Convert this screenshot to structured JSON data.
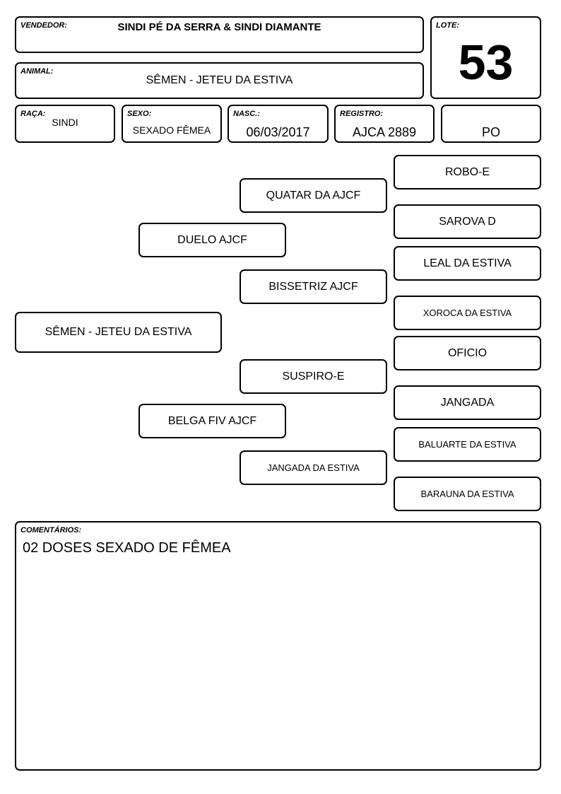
{
  "header": {
    "vendedor_label": "VENDEDOR:",
    "vendedor": "SINDI PÉ DA SERRA & SINDI DIAMANTE",
    "lote_label": "LOTE:",
    "lote": "53",
    "animal_label": "ANIMAL:",
    "animal": "SÊMEN - JETEU DA ESTIVA"
  },
  "info": {
    "raca_label": "RAÇA:",
    "raca": "SINDI",
    "sexo_label": "SEXO:",
    "sexo": "SEXADO FÊMEA",
    "nasc_label": "NASC.:",
    "nasc": "06/03/2017",
    "registro_label": "REGISTRO:",
    "registro": "AJCA 2889",
    "categoria": "PO"
  },
  "pedigree": {
    "animal": "SÊMEN - JETEU DA ESTIVA",
    "sire": "DUELO AJCF",
    "dam": "BELGA FIV AJCF",
    "sire_sire": "QUATAR DA AJCF",
    "sire_dam": "BISSETRIZ AJCF",
    "dam_sire": "SUSPIRO-E",
    "dam_dam": "JANGADA DA ESTIVA",
    "g3": [
      "ROBO-E",
      "SAROVA D",
      "LEAL DA ESTIVA",
      "XOROCA DA ESTIVA",
      "OFICIO",
      "JANGADA",
      "BALUARTE DA ESTIVA",
      "BARAUNA DA ESTIVA"
    ]
  },
  "comments": {
    "label": "COMENTÁRIOS:",
    "text": "02 DOSES SEXADO DE FÊMEA"
  }
}
